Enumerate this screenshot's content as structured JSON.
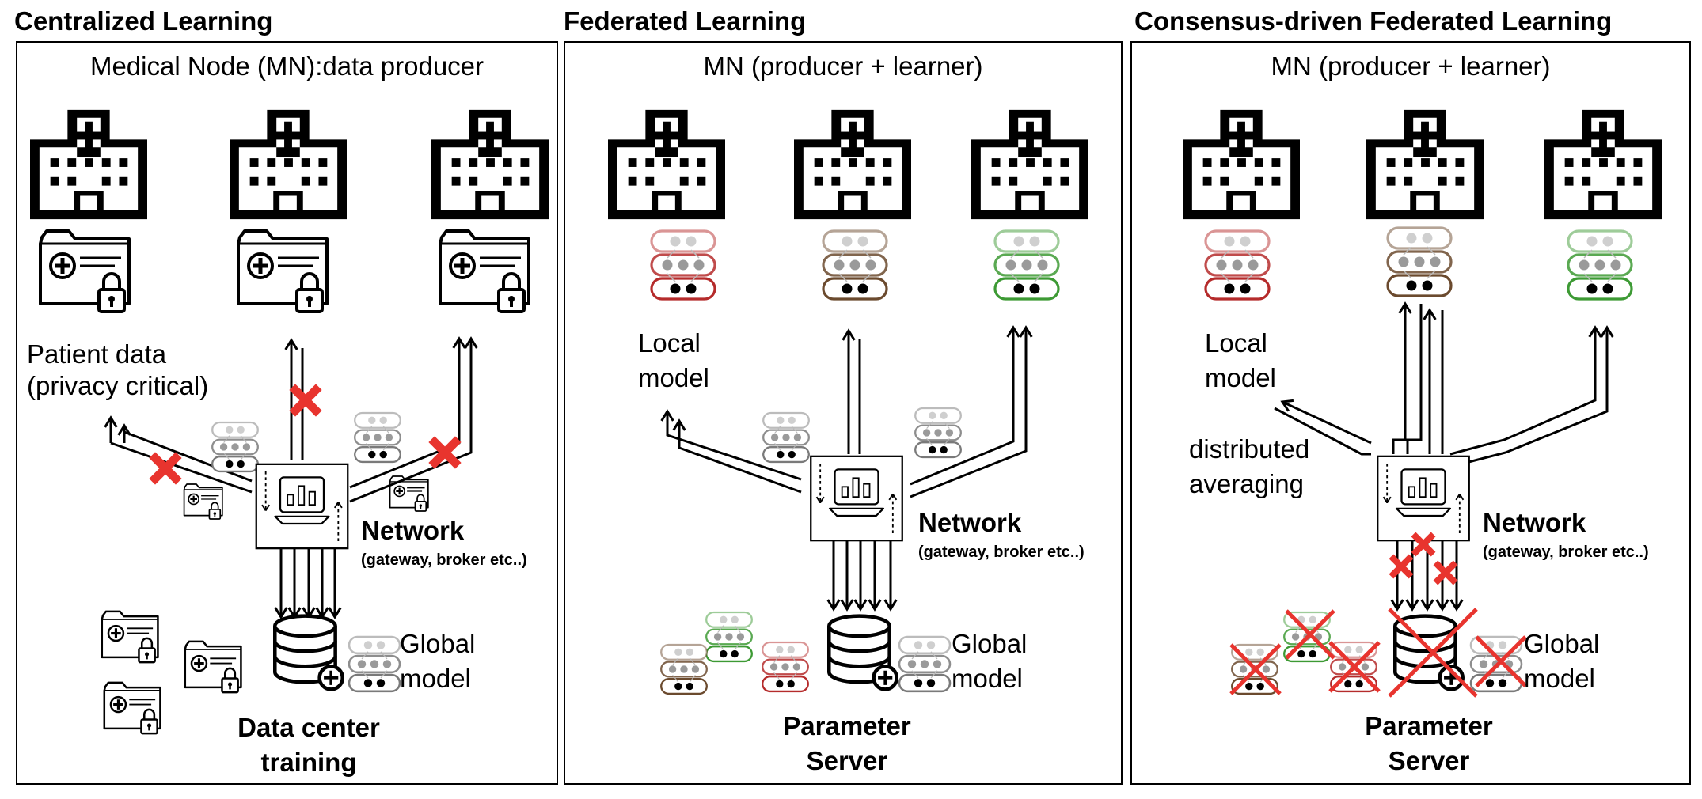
{
  "panels": [
    {
      "title": "Centralized Learning",
      "subtitle": "Medical Node (MN):data producer",
      "side_label_lines": [
        "Patient data",
        "(privacy critical)"
      ],
      "network_name": "Network",
      "network_detail": "(gateway, broker etc..)",
      "global_model_lines": [
        "Global",
        "model"
      ],
      "bottom_lines": [
        "Data center",
        "training"
      ]
    },
    {
      "title": "Federated Learning",
      "subtitle": "MN (producer + learner)",
      "side_label_lines": [
        "Local",
        "model"
      ],
      "network_name": "Network",
      "network_detail": "(gateway, broker etc..)",
      "global_model_lines": [
        "Global",
        "model"
      ],
      "bottom_lines": [
        "Parameter",
        "Server"
      ]
    },
    {
      "title": "Consensus-driven Federated Learning",
      "subtitle": "MN (producer + learner)",
      "side_label_lines": [
        "Local",
        "model"
      ],
      "averaging_lines": [
        "distributed",
        "averaging"
      ],
      "network_name": "Network",
      "network_detail": "(gateway, broker etc..)",
      "global_model_lines": [
        "Global",
        "model"
      ],
      "bottom_lines": [
        "Parameter",
        "Server"
      ]
    }
  ],
  "colors": {
    "blocked_marker": "#e8342e",
    "node_model_1": "#b52b2b",
    "node_model_2": "#6b4a2e",
    "node_model_3": "#3d9a34",
    "global_model": "#7a7a7a"
  },
  "icons": [
    "hospital-icon",
    "medical-folder-icon",
    "lock-icon",
    "neural-model-icon",
    "network-device-icon",
    "database-icon",
    "cross-mark-icon"
  ]
}
